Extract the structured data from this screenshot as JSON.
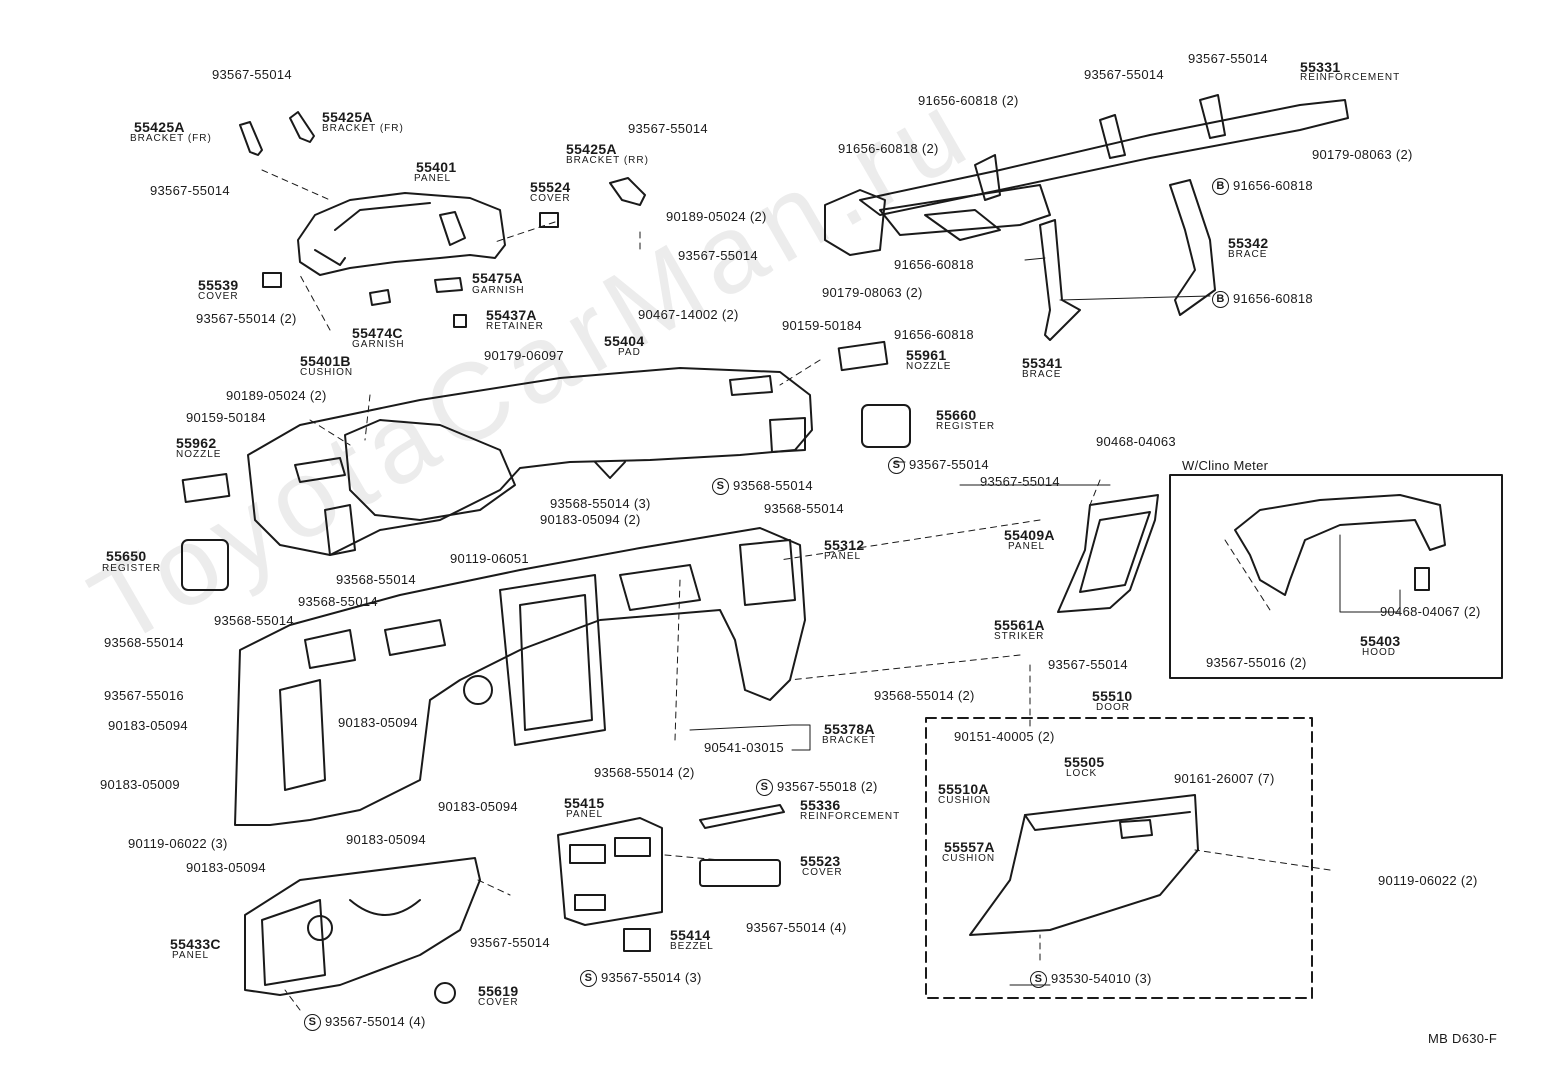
{
  "watermark": "ToyotaCarMan.ru",
  "doc_code": "MB D630-F",
  "inset_title": "W/Clino Meter",
  "symbols": {
    "s": "S",
    "b": "B"
  },
  "labels": [
    {
      "text": "93567-55014"
    },
    {
      "text": "55425A"
    },
    {
      "text": "BRACKET (FR)"
    },
    {
      "text": "55425A"
    },
    {
      "text": "BRACKET (FR)"
    },
    {
      "text": "93567-55014"
    },
    {
      "text": "55401"
    },
    {
      "text": "PANEL"
    },
    {
      "text": "55524"
    },
    {
      "text": "COVER"
    },
    {
      "text": "55425A"
    },
    {
      "text": "BRACKET (RR)"
    },
    {
      "text": "93567-55014"
    },
    {
      "text": "90189-05024 (2)"
    },
    {
      "text": "93567-55014"
    },
    {
      "text": "55539"
    },
    {
      "text": "COVER"
    },
    {
      "text": "55475A"
    },
    {
      "text": "GARNISH"
    },
    {
      "text": "93567-55014 (2)"
    },
    {
      "text": "55474C"
    },
    {
      "text": "GARNISH"
    },
    {
      "text": "55437A"
    },
    {
      "text": "RETAINER"
    },
    {
      "text": "90179-06097"
    },
    {
      "text": "55401B"
    },
    {
      "text": "CUSHION"
    },
    {
      "text": "90189-05024 (2)"
    },
    {
      "text": "90159-50184"
    },
    {
      "text": "55962"
    },
    {
      "text": "NOZZLE"
    },
    {
      "text": "55650"
    },
    {
      "text": "REGISTER"
    },
    {
      "text": "55404"
    },
    {
      "text": "PAD"
    },
    {
      "text": "90467-14002 (2)"
    },
    {
      "text": "90159-50184"
    },
    {
      "text": "55961"
    },
    {
      "text": "NOZZLE"
    },
    {
      "text": "55660"
    },
    {
      "text": "REGISTER"
    },
    {
      "text": "93567-55014"
    },
    {
      "text": "93567-55014"
    },
    {
      "text": "93567-55014"
    },
    {
      "text": "55331"
    },
    {
      "text": "REINFORCEMENT"
    },
    {
      "text": "91656-60818 (2)"
    },
    {
      "text": "91656-60818 (2)"
    },
    {
      "text": "90179-08063 (2)"
    },
    {
      "text": "91656-60818"
    },
    {
      "text": "91656-60818"
    },
    {
      "text": "55342"
    },
    {
      "text": "BRACE"
    },
    {
      "text": "90179-08063 (2)"
    },
    {
      "text": "91656-60818"
    },
    {
      "text": "91656-60818"
    },
    {
      "text": "55341"
    },
    {
      "text": "BRACE"
    },
    {
      "text": "90468-04063"
    },
    {
      "text": "93567-55014"
    },
    {
      "text": "55409A"
    },
    {
      "text": "PANEL"
    },
    {
      "text": "93568-55014 (3)"
    },
    {
      "text": "93568-55014"
    },
    {
      "text": "90183-05094 (2)"
    },
    {
      "text": "93568-55014"
    },
    {
      "text": "55312"
    },
    {
      "text": "PANEL"
    },
    {
      "text": "90119-06051"
    },
    {
      "text": "93568-55014"
    },
    {
      "text": "93568-55014"
    },
    {
      "text": "93568-55014"
    },
    {
      "text": "93568-55014"
    },
    {
      "text": "93567-55016"
    },
    {
      "text": "90183-05094"
    },
    {
      "text": "90183-05094"
    },
    {
      "text": "90183-05009"
    },
    {
      "text": "90183-05094"
    },
    {
      "text": "90119-06022 (3)"
    },
    {
      "text": "90183-05094"
    },
    {
      "text": "90183-05094"
    },
    {
      "text": "55561A"
    },
    {
      "text": "STRIKER"
    },
    {
      "text": "93567-55014"
    },
    {
      "text": "93568-55014 (2)"
    },
    {
      "text": "55378A"
    },
    {
      "text": "BRACKET"
    },
    {
      "text": "90541-03015"
    },
    {
      "text": "93568-55014 (2)"
    },
    {
      "text": "55510"
    },
    {
      "text": "DOOR"
    },
    {
      "text": "90151-40005 (2)"
    },
    {
      "text": "55505"
    },
    {
      "text": "LOCK"
    },
    {
      "text": "55510A"
    },
    {
      "text": "CUSHION"
    },
    {
      "text": "90161-26007 (7)"
    },
    {
      "text": "55557A"
    },
    {
      "text": "CUSHION"
    },
    {
      "text": "90119-06022 (2)"
    },
    {
      "text": "93530-54010 (3)"
    },
    {
      "text": "93567-55018 (2)"
    },
    {
      "text": "55336"
    },
    {
      "text": "REINFORCEMENT"
    },
    {
      "text": "55415"
    },
    {
      "text": "PANEL"
    },
    {
      "text": "55523"
    },
    {
      "text": "COVER"
    },
    {
      "text": "93567-55014 (4)"
    },
    {
      "text": "55414"
    },
    {
      "text": "BEZZEL"
    },
    {
      "text": "93567-55014 (3)"
    },
    {
      "text": "93567-55014"
    },
    {
      "text": "55433C"
    },
    {
      "text": "PANEL"
    },
    {
      "text": "55619"
    },
    {
      "text": "COVER"
    },
    {
      "text": "93567-55014 (4)"
    },
    {
      "text": "90468-04067 (2)"
    },
    {
      "text": "55403"
    },
    {
      "text": "HOOD"
    },
    {
      "text": "93567-55016 (2)"
    }
  ]
}
